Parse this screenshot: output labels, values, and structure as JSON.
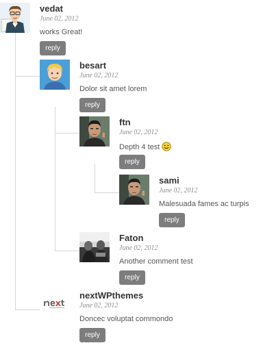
{
  "comments": [
    {
      "author": "vedat",
      "date": "June 02, 2012",
      "text": "works Great!",
      "reply_label": "reply",
      "avatar_icon": "cartoon-man-avatar"
    },
    {
      "author": "besart",
      "date": "June 02, 2012",
      "text": "Dolor sit amet lorem",
      "reply_label": "reply",
      "avatar_icon": "blond-boy-avatar"
    },
    {
      "author": "ftn",
      "date": "June 02, 2012",
      "text": "Depth 4 test",
      "reply_label": "reply",
      "avatar_icon": "man-photo-avatar",
      "emoticon_icon": "smiley-icon"
    },
    {
      "author": "sami",
      "date": "June 02, 2012",
      "text": "Malesuada fames ac turpis",
      "reply_label": "reply",
      "avatar_icon": "man-photo-avatar"
    },
    {
      "author": "Faton",
      "date": "June 02, 2012",
      "text": "Another comment test",
      "reply_label": "reply",
      "avatar_icon": "bw-photo-avatar"
    },
    {
      "author": "nextWPthemes",
      "date": "June 02, 2012",
      "text": "Doncec voluptat commondo",
      "reply_label": "reply",
      "avatar_icon": "next-logo-avatar"
    }
  ],
  "colors": {
    "reply_button_bg": "#7d7d7d",
    "thread_line": "#d6d6d6",
    "author_text": "#333333",
    "date_text": "#8c8c8c"
  }
}
